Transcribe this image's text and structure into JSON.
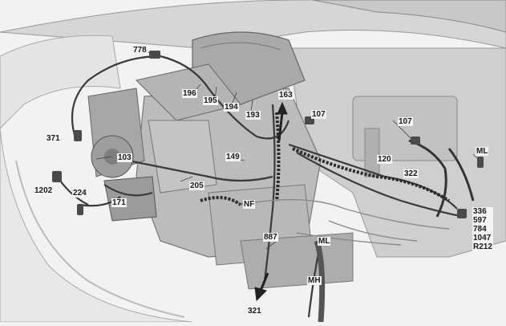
{
  "labels": {
    "l778": "778",
    "l196": "196",
    "l195": "195",
    "l194": "194",
    "l193": "193",
    "l163": "163",
    "l107a": "107",
    "l107b": "107",
    "l371": "371",
    "l103": "103",
    "l149": "149",
    "l120": "120",
    "lML1": "ML",
    "l322": "322",
    "l1202": "1202",
    "l224": "224",
    "l171": "171",
    "l205": "205",
    "lNF": "NF",
    "l887": "887",
    "lML2": "ML",
    "lMH": "MH",
    "l321": "321"
  },
  "stack_labels": [
    "336",
    "597",
    "784",
    "1047",
    "R212"
  ]
}
